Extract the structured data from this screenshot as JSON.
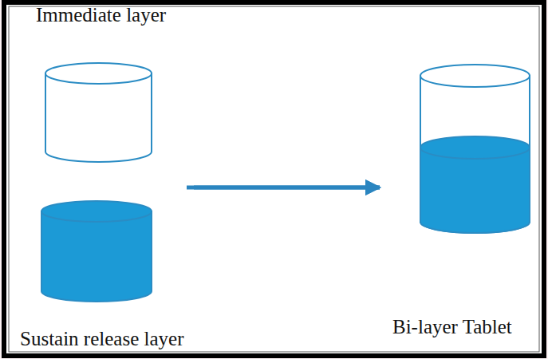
{
  "diagram": {
    "nodes": [
      {
        "text": [
          "Immediate layer"
        ]
      },
      {
        "text": [
          "Sustain release layer"
        ]
      },
      {
        "text": [
          "Bi-layer Tablet"
        ]
      }
    ],
    "edges": [
      {
        "from": 0,
        "to": 2,
        "arrow": "to"
      },
      {
        "from": 1,
        "to": 2,
        "arrow": "to"
      }
    ]
  }
}
